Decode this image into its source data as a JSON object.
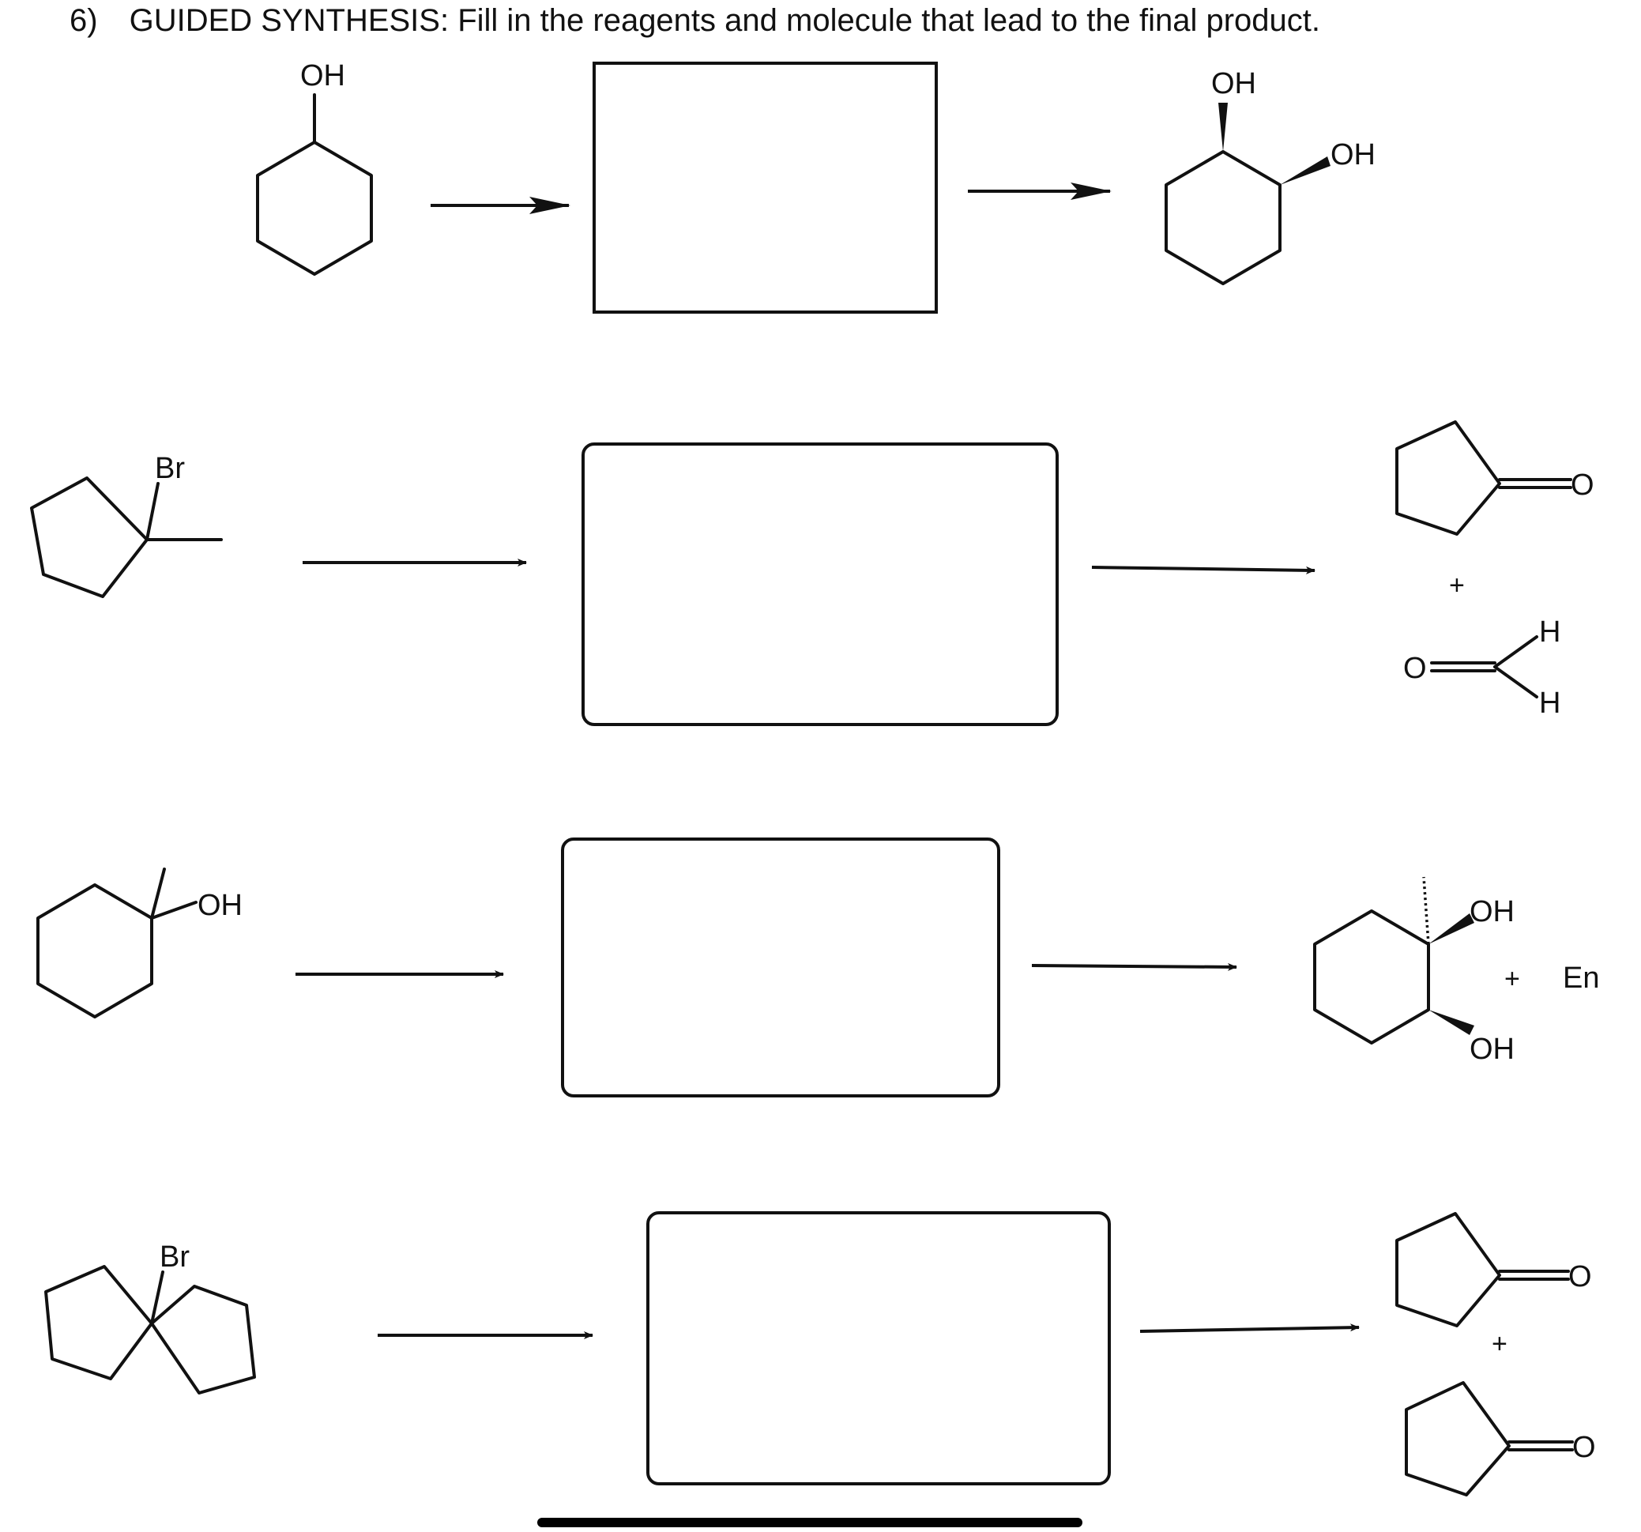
{
  "question": {
    "number": "6)",
    "text": "GUIDED SYNTHESIS: Fill in the reagents and molecule that lead to the final product."
  },
  "rows": [
    {
      "start_labels": [
        "OH"
      ],
      "product_labels": [
        "OH",
        "OH"
      ]
    },
    {
      "start_labels": [
        "Br"
      ],
      "product_labels": [
        "O",
        "+",
        "O",
        "H",
        "H"
      ]
    },
    {
      "start_labels": [
        "OH"
      ],
      "product_labels": [
        "OH",
        "+",
        "OH",
        "En"
      ]
    },
    {
      "start_labels": [
        "Br"
      ],
      "product_labels": [
        "O",
        "+",
        "O"
      ]
    }
  ]
}
